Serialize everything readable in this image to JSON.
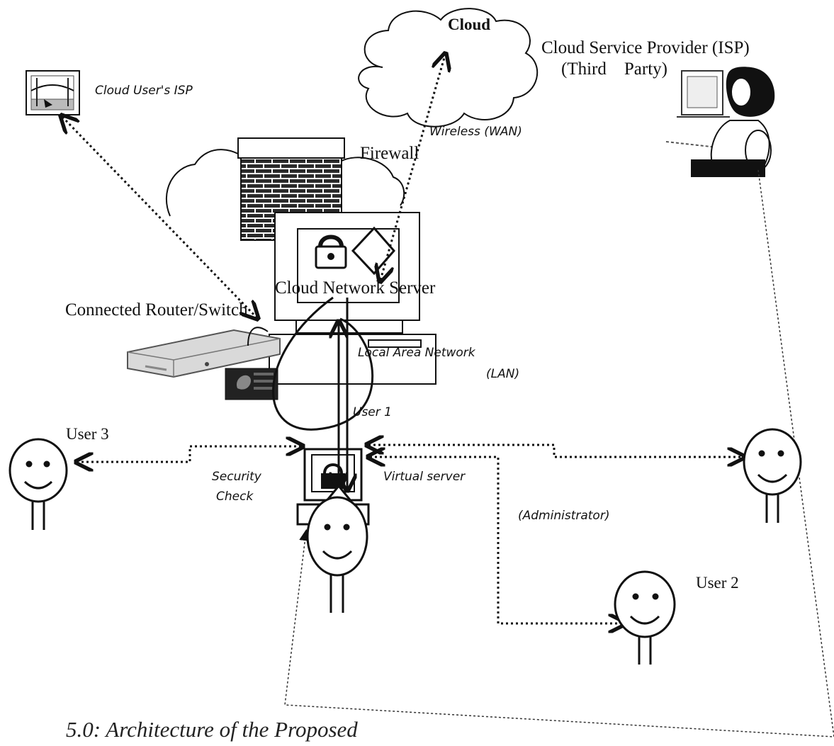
{
  "labels": {
    "cloud": "Cloud",
    "csp_line1": "Cloud Service Provider (ISP)",
    "csp_line2": "(Third    Party)",
    "cloud_user_isp": "Cloud User's ISP",
    "wireless": "Wireless (WAN)",
    "firewall": "Firewall",
    "cloud_network_server": "Cloud Network Server",
    "router": "Connected Router/Switch",
    "lan_line1": "Local Area Network",
    "lan_line2": "(LAN)",
    "user1": "User 1",
    "user3": "User 3",
    "security_check_line1": "Security",
    "security_check_line2": "Check",
    "virtual_server": "Virtual server",
    "administrator": "(Administrator)",
    "user2": "User 2"
  },
  "caption": "5.0: Architecture of the Proposed",
  "colors": {
    "line": "#111111",
    "brick": "#2a2a2a",
    "router_body": "#d9d9d9"
  }
}
